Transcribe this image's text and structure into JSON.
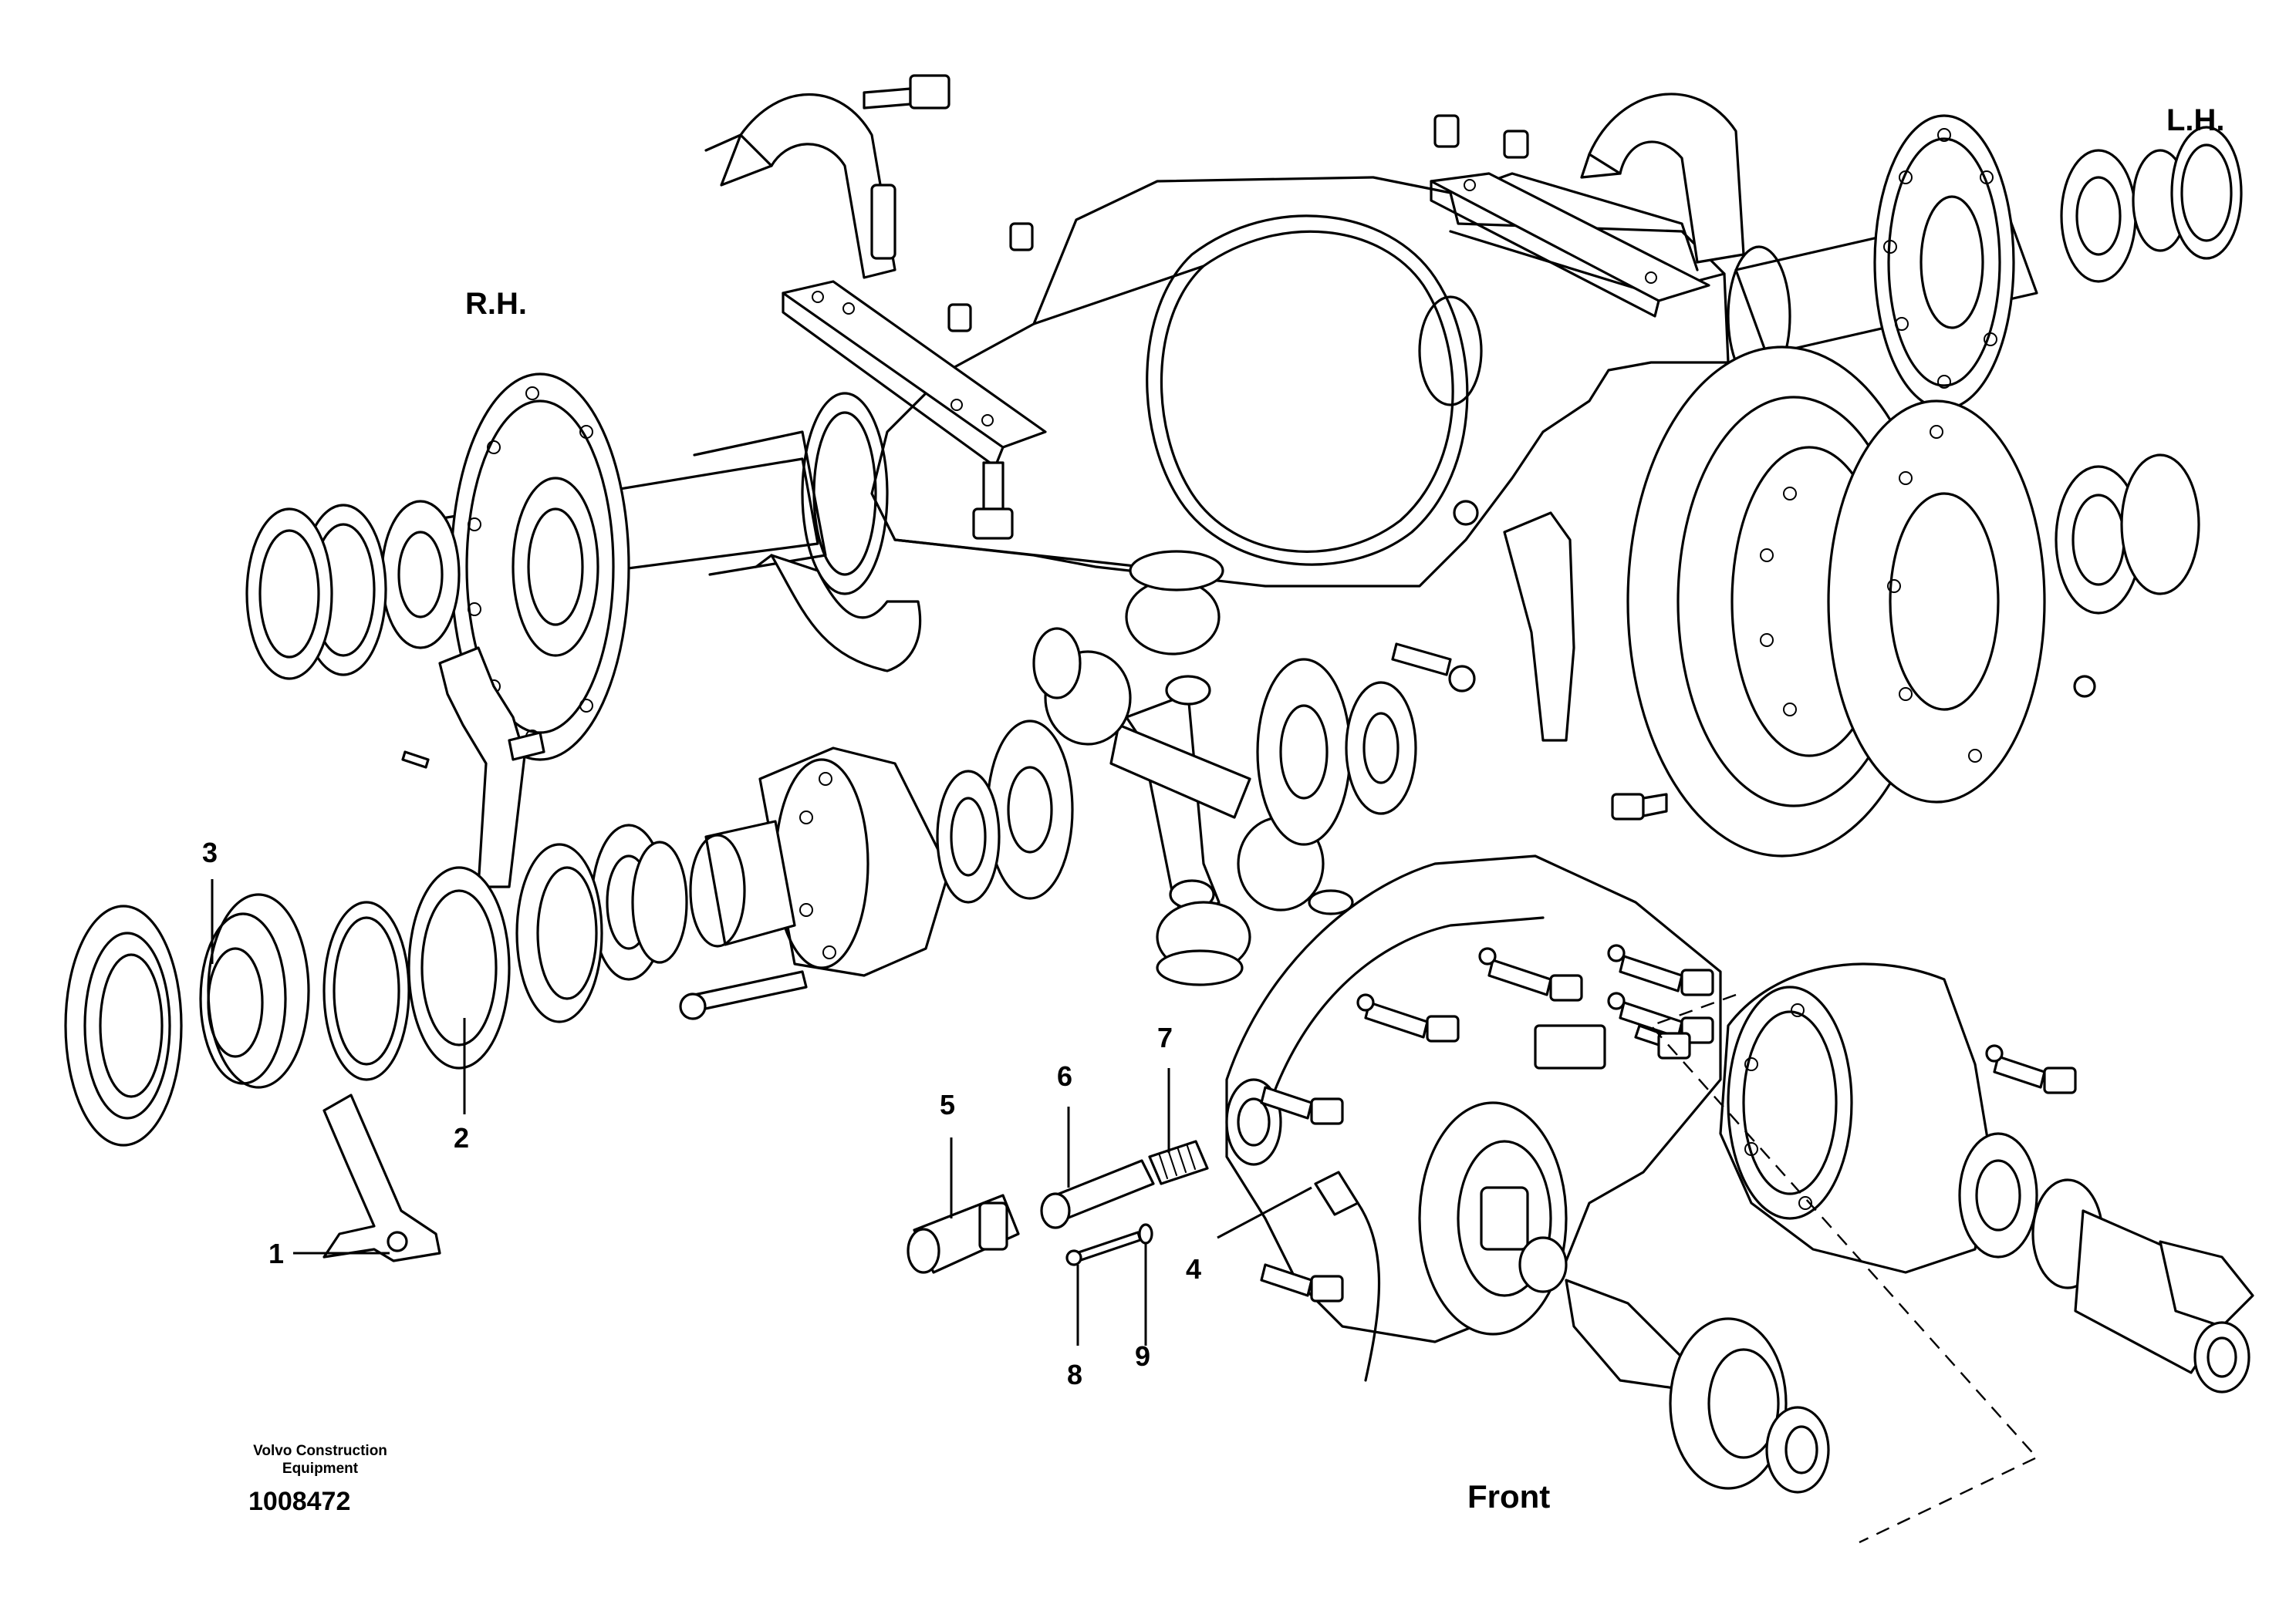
{
  "labels": {
    "rh": "R.H.",
    "lh": "L.H.",
    "front": "Front"
  },
  "callouts": [
    "1",
    "2",
    "3",
    "4",
    "5",
    "6",
    "7",
    "8",
    "9"
  ],
  "footer": {
    "brand_line1": "Volvo Construction",
    "brand_line2": "Equipment",
    "doc_number": "1008472"
  }
}
